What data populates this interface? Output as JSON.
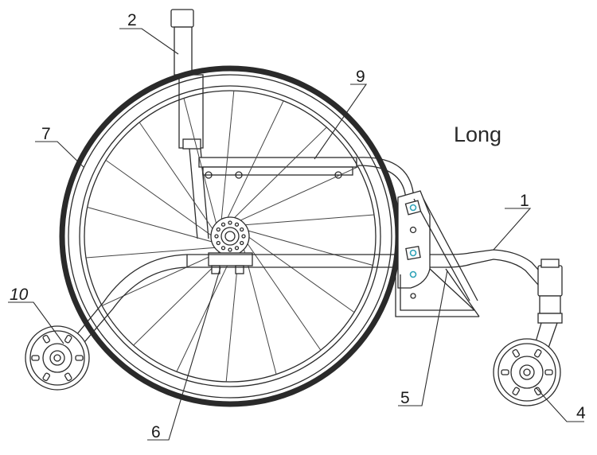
{
  "diagram": {
    "title": "Long",
    "callouts": [
      {
        "id": "c1",
        "label": "1"
      },
      {
        "id": "c2",
        "label": "2"
      },
      {
        "id": "c4",
        "label": "4"
      },
      {
        "id": "c5",
        "label": "5"
      },
      {
        "id": "c6",
        "label": "6"
      },
      {
        "id": "c7",
        "label": "7"
      },
      {
        "id": "c9",
        "label": "9"
      },
      {
        "id": "c10",
        "label": "10"
      }
    ],
    "colors": {
      "line": "#2b2b2b",
      "tire": "#2a2a2a",
      "bolt_accent": "#2fa3b8",
      "background": "#ffffff"
    }
  }
}
